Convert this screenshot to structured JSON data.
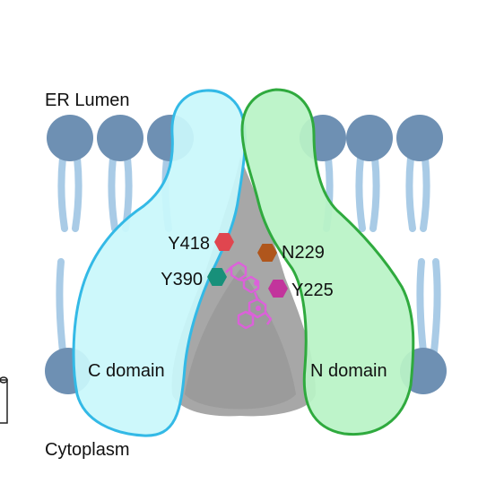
{
  "labels": {
    "top": "ER Lumen",
    "bottom": "Cytoplasm",
    "left_domain": "C domain",
    "right_domain": "N domain"
  },
  "residues": [
    {
      "name": "Y418",
      "color": "#e0464f"
    },
    {
      "name": "Y390",
      "color": "#17907a"
    },
    {
      "name": "N229",
      "color": "#b0561c"
    },
    {
      "name": "Y225",
      "color": "#c2349c"
    }
  ],
  "colors": {
    "lipid_head": "#6e90b3",
    "lipid_tail": "#a9cbe6",
    "c_domain_fill": "#c9f8fb",
    "c_domain_stroke": "#33b9e6",
    "n_domain_fill": "#b9f3c6",
    "n_domain_stroke": "#2faa3e",
    "core": "#a7a7a7",
    "ligand": "#e25be0"
  }
}
